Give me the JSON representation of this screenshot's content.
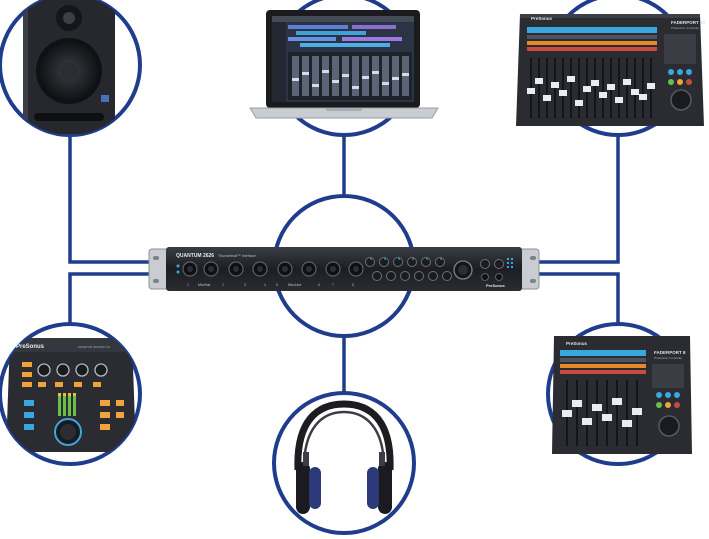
{
  "interface": {
    "model_label": "QUANTUM 2626",
    "tb_label": "Thunderbolt™ Interface",
    "brand_label": "PreSonus",
    "group_label_left": "Mic/Inst",
    "group_label_right": "Mic/Line",
    "channel_numbers": [
      "1",
      "2",
      "3",
      "4",
      "5",
      "6",
      "7",
      "8"
    ]
  },
  "monitor_station": {
    "brand_label": "PreSonus",
    "model_label": "MONITOR STATION V2"
  },
  "faderport_16": {
    "brand_label": "PreSonus",
    "model_label": "FADERPORT 16",
    "sub_label": "Production Controller"
  },
  "faderport_8": {
    "brand_label": "PreSonus",
    "model_label": "FADERPORT 8",
    "sub_label": "Production Controller"
  },
  "colors": {
    "line": "#1f3d8c",
    "ring": "#1f3d8c",
    "device_dark": "#1b1d22",
    "accent_blue": "#3aa7e0",
    "accent_orange": "#f2a23a"
  }
}
